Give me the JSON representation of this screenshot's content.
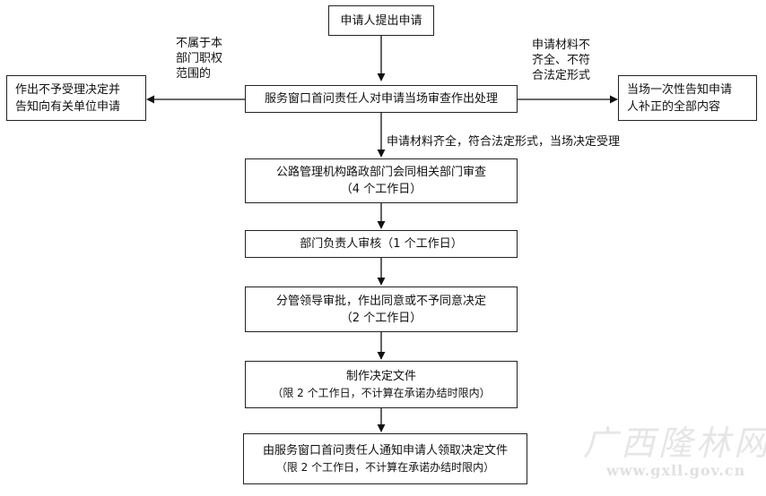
{
  "nodes": {
    "apply": "申请人提出申请",
    "window": "服务窗口首问责任人对申请当场审查作出处理",
    "reject": [
      "作出不予受理决定并",
      "告知向有关单位申请"
    ],
    "supplement": [
      "当场一次性告知申请",
      "人补正的全部内容"
    ],
    "review": [
      "公路管理机构路政部门会同相关部门审查",
      "（4 个工作日）"
    ],
    "head": "部门负责人审核（1 个工作日）",
    "leader": [
      "分管领导审批，作出同意或不予同意决定",
      "（2 个工作日）"
    ],
    "document": [
      "制作决定文件",
      "（限 2 个工作日，不计算在承诺办结时限内）"
    ],
    "notify": [
      "由服务窗口首问责任人通知申请人领取决定文件",
      "（限 2 个工作日，不计算在承诺办结时限内）"
    ]
  },
  "labels": {
    "not_scope": [
      "不属于本",
      "部门职权",
      "范围的"
    ],
    "incomplete": [
      "申请材料不",
      "齐全、不符",
      "合法定形式"
    ],
    "accept": "申请材料齐全，符合法定形式，当场决定受理"
  },
  "watermark": {
    "name": "广西隆林网",
    "url": "www.gxll.gov.cn"
  }
}
